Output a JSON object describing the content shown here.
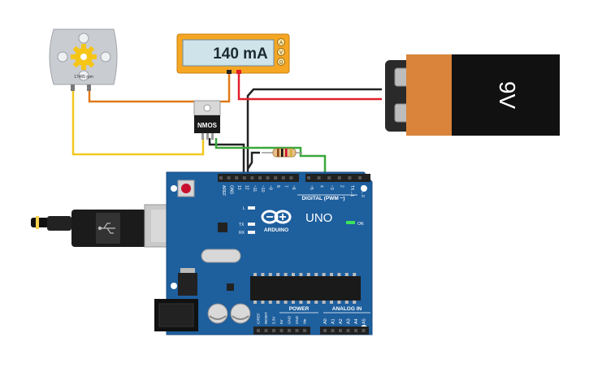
{
  "motor": {
    "rpm_label": "17465 rpm"
  },
  "multimeter": {
    "reading": "140 mA",
    "modes": [
      "A",
      "V",
      "Ω"
    ]
  },
  "battery": {
    "label": "9V"
  },
  "transistor": {
    "label": "NMOS"
  },
  "arduino": {
    "brand": "ARDUINO",
    "model": "UNO",
    "on_label": "ON",
    "digital_header": "DIGITAL (PWM ~)",
    "power_header": "POWER",
    "analog_header": "ANALOG IN",
    "led_labels": {
      "l": "L",
      "tx": "TX",
      "rx": "RX"
    },
    "top_pins": [
      "AREF",
      "GND",
      "13",
      "12",
      "~11",
      "~10",
      "~9",
      "8",
      "7",
      "~6",
      "~5",
      "4",
      "~3",
      "2",
      "TX→1",
      "RX←0"
    ],
    "power_pins": [
      "IOREF",
      "RESET",
      "3.3V",
      "5V",
      "GND",
      "GND",
      "Vin"
    ],
    "analog_pins": [
      "A0",
      "A1",
      "A2",
      "A3",
      "A4",
      "A5"
    ]
  },
  "colors": {
    "board": "#1e5f9e",
    "wire_red": "#e0202a",
    "wire_black": "#222222",
    "wire_yellow": "#f2c81e",
    "wire_orange": "#e07a18",
    "wire_green": "#3aa83a",
    "multimeter_case": "#f5a623",
    "battery_body": "#d9843a"
  }
}
